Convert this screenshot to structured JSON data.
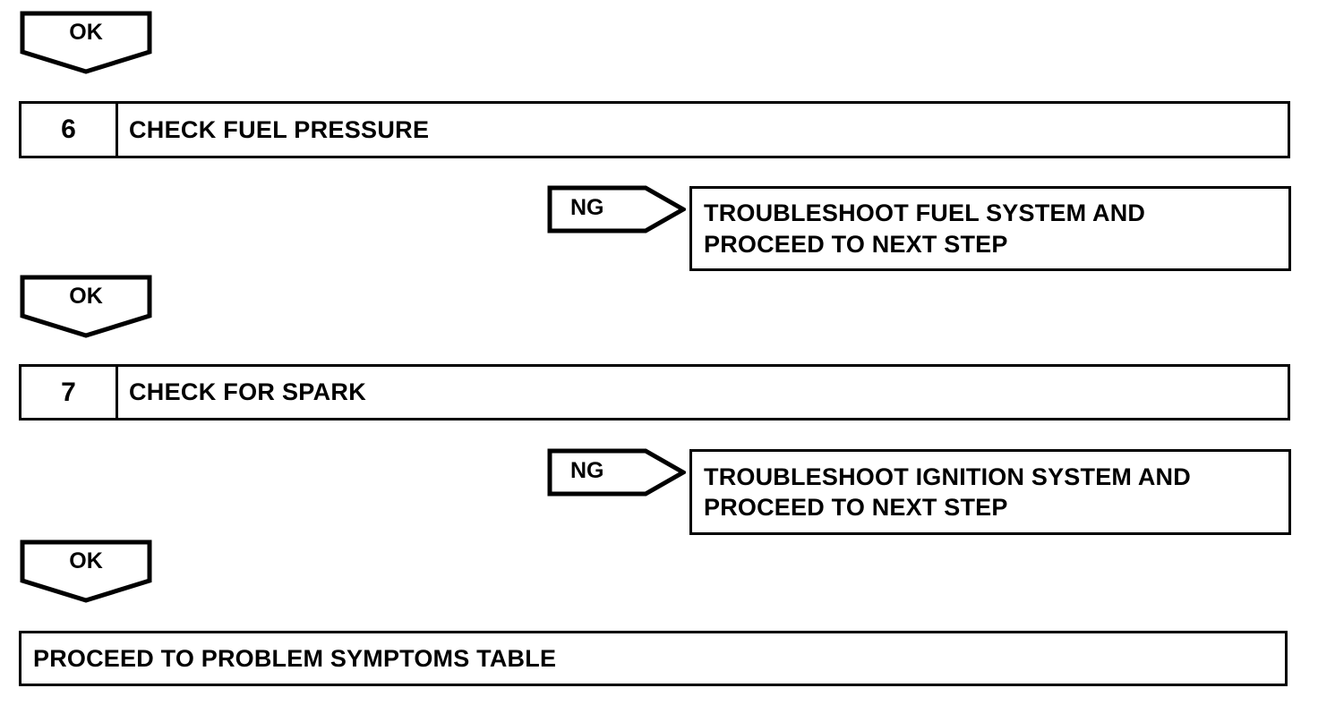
{
  "diagram": {
    "type": "troubleshooting-flowchart",
    "stroke_color": "#000000",
    "background_color": "#ffffff",
    "nodes": {
      "ok_tag_1": {
        "label": "OK"
      },
      "step_6": {
        "number": "6",
        "title": "CHECK FUEL PRESSURE"
      },
      "ng_tag_1": {
        "label": "NG"
      },
      "ng_result_1": {
        "line1": "TROUBLESHOOT FUEL SYSTEM AND",
        "line2": "PROCEED TO NEXT STEP"
      },
      "ok_tag_2": {
        "label": "OK"
      },
      "step_7": {
        "number": "7",
        "title": "CHECK FOR SPARK"
      },
      "ng_tag_2": {
        "label": "NG"
      },
      "ng_result_2": {
        "line1": "TROUBLESHOOT IGNITION SYSTEM AND",
        "line2": "PROCEED TO NEXT STEP"
      },
      "ok_tag_3": {
        "label": "OK"
      },
      "final": {
        "text": "PROCEED TO PROBLEM SYMPTOMS TABLE"
      }
    }
  }
}
